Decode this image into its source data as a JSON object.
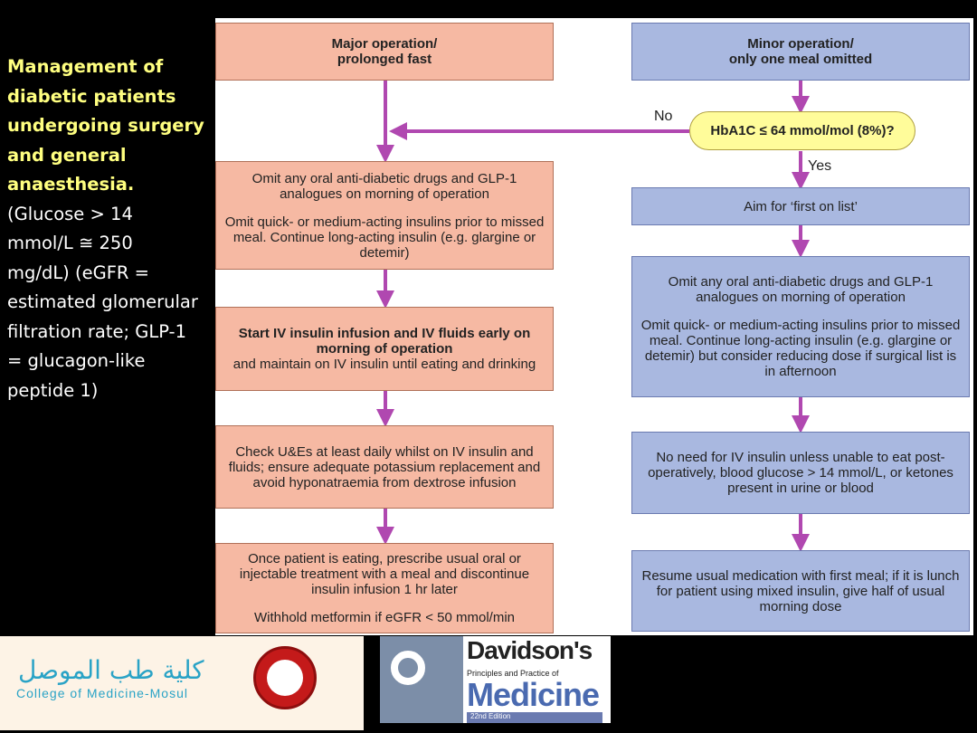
{
  "sidebar": {
    "bold_lines": [
      "Management of",
      "diabetic patients",
      "undergoing surgery",
      "and general",
      "anaesthesia."
    ],
    "normal_lines": [
      "(Glucose > 14",
      "mmol/L ≅ 250",
      "mg/dL) (eGFR =",
      "estimated glomerular",
      "filtration rate; GLP-1",
      "= glucagon-like",
      "peptide 1)"
    ]
  },
  "left": {
    "header": [
      "Major operation/",
      "prolonged fast"
    ],
    "box1": [
      "Omit any oral anti-diabetic drugs and GLP-1 analogues on morning of operation",
      "Omit quick- or medium-acting insulins prior to missed meal. Continue long-acting insulin (e.g. glargine or detemir)"
    ],
    "box2_bold": "Start IV insulin infusion and IV fluids early on morning of operation",
    "box2_normal": "and maintain on IV insulin until eating and drinking",
    "box3": "Check U&Es at least daily whilst on IV insulin and fluids; ensure adequate potassium replacement and avoid hyponatraemia from dextrose infusion",
    "box4": [
      "Once patient is eating, prescribe usual oral or injectable treatment with a meal and discontinue insulin infusion 1 hr later",
      "Withhold metformin if eGFR < 50 mmol/min"
    ]
  },
  "right": {
    "header": [
      "Minor operation/",
      "only one meal omitted"
    ],
    "decision": "HbA1C ≤ 64 mmol/mol (8%)?",
    "no_label": "No",
    "yes_label": "Yes",
    "box1": "Aim for ‘first on list’",
    "box2": [
      "Omit any oral anti-diabetic drugs and GLP-1 analogues on morning of operation",
      "Omit quick- or medium-acting insulins prior to missed meal. Continue long-acting insulin (e.g. glargine or detemir) but consider reducing dose if surgical list is in afternoon"
    ],
    "box3": "No need for IV insulin unless unable to eat post-operatively, blood glucose > 14 mmol/L, or ketones present in urine or blood",
    "box4": "Resume usual medication with first meal; if it is lunch for patient using mixed insulin, give half of usual morning dose"
  },
  "logos": {
    "college_arabic": "كلية طب الموصل",
    "college_english": "College of Medicine-Mosul",
    "book_title": "Davidson's",
    "book_subtitle": "Principles and Practice of",
    "book_medicine": "Medicine",
    "book_edition": "22nd Edition"
  },
  "colors": {
    "arrow": "#b048b0",
    "pink_box": "#f6b9a3",
    "blue_box": "#a9b8e0",
    "decision": "#fffc9a",
    "title_yellow": "#ffff80"
  }
}
